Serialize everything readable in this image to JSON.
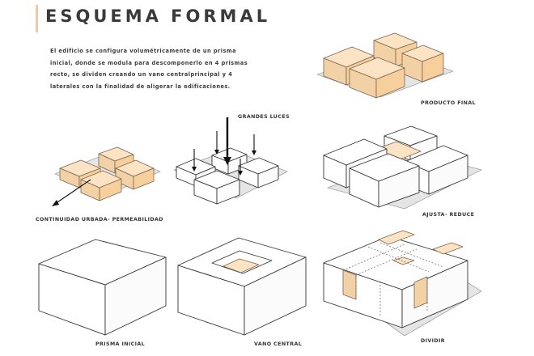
{
  "header": {
    "title": "ESQUEMA FORMAL",
    "accent_color": "#f2c9a4"
  },
  "description": "El edificio se configura volumétricamente de un prisma inicial, donde se modula para descomponerlo en 4 prismas recto, se dividen creando un vano centralprincipal y 4 laterales con la finalidad de aligerar la edificaciones.",
  "diagrams": {
    "producto_final": {
      "label": "PRODUCTO FINAL"
    },
    "continuidad": {
      "label": "CONTINUIDAD URBADA- PERMEABILIDAD"
    },
    "grandes_luces": {
      "label": "GRANDES LUCES"
    },
    "ajusta_reduce": {
      "label": "AJUSTA- REDUCE"
    },
    "prisma_inicial": {
      "label": "PRISMA INICIAL"
    },
    "vano_central": {
      "label": "VANO CENTRAL"
    },
    "dividir": {
      "label": "DIVIDIR"
    }
  },
  "colors": {
    "highlight_top": "#fbe3c3",
    "highlight_side": "#f6cf9c",
    "line": "#333333"
  }
}
